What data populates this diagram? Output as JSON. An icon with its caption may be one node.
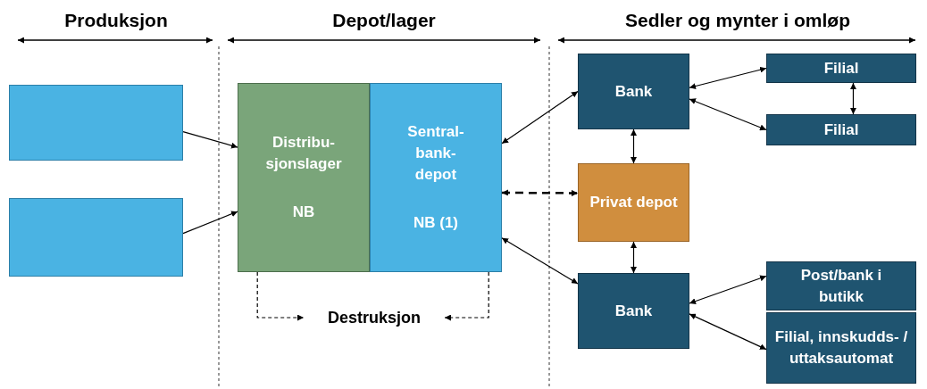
{
  "diagram": {
    "nodes": [
      {
        "text": [],
        "shape": "box"
      },
      {
        "text": [],
        "shape": "box"
      },
      {
        "text": [
          "Distribu- sjonslager",
          "NB"
        ]
      },
      {
        "text": [
          "Sentral- bank- depot",
          "NB (1)"
        ]
      },
      {
        "text": [
          "Bank"
        ]
      },
      {
        "text": [
          "Filial"
        ]
      },
      {
        "text": [
          "Filial"
        ]
      },
      {
        "text": [
          "Privat depot"
        ]
      },
      {
        "text": [
          "Bank"
        ]
      },
      {
        "text": [
          "Post/bank i butikk"
        ]
      },
      {
        "text": [
          "Filial, innskudds- / uttaksautomat"
        ]
      },
      {
        "text": [
          "Destruksjon"
        ]
      }
    ],
    "edges": [
      {
        "from": 0,
        "to": 2,
        "arrow": "to"
      },
      {
        "from": 1,
        "to": 2,
        "arrow": "to"
      },
      {
        "from": 3,
        "to": 4,
        "arrow": "both"
      },
      {
        "from": 4,
        "to": 5,
        "arrow": "both"
      },
      {
        "from": 4,
        "to": 6,
        "arrow": "both"
      },
      {
        "from": 5,
        "to": 6,
        "arrow": "both"
      },
      {
        "from": 4,
        "to": 7,
        "arrow": "both"
      },
      {
        "from": 3,
        "to": 7,
        "arrow": "both",
        "style": "dashed"
      },
      {
        "from": 7,
        "to": 8,
        "arrow": "both"
      },
      {
        "from": 3,
        "to": 8,
        "arrow": "both"
      },
      {
        "from": 8,
        "to": 9,
        "arrow": "both"
      },
      {
        "from": 8,
        "to": 10,
        "arrow": "both"
      },
      {
        "from": 2,
        "to": 11,
        "arrow": "to",
        "style": "dashed"
      },
      {
        "from": 3,
        "to": 11,
        "arrow": "to",
        "style": "dashed"
      }
    ],
    "labels": [
      "Produksjon",
      "Depot/lager",
      "Sedler og mynter i omløp"
    ]
  }
}
